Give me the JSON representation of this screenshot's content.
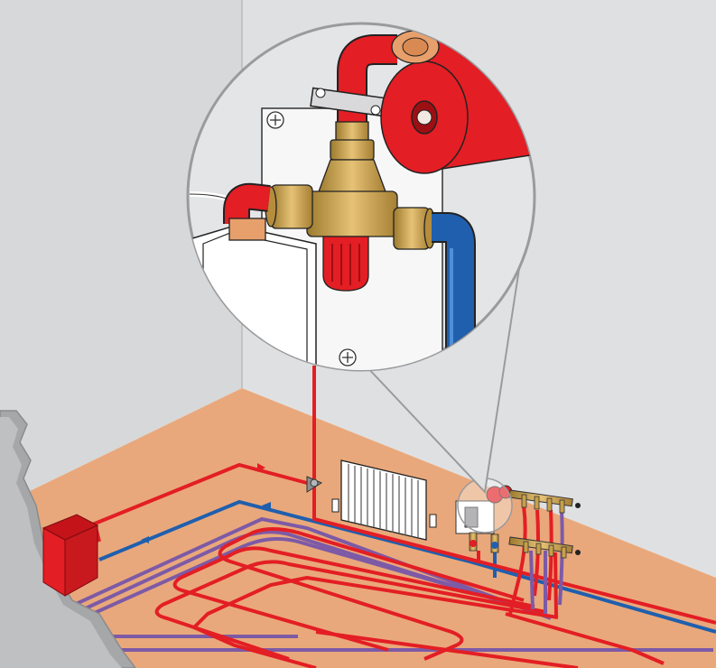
{
  "illustration": {
    "subject": "underfloor-heating-installation",
    "colors": {
      "wall_left": "#d6d7d9",
      "wall_back": "#dcdddf",
      "floor": "#e8a77a",
      "flow_pipe": "#e31e24",
      "return_pipe": "#1f5fae",
      "loop_mixed": "#7d5aa6",
      "brass": "#c8a04a",
      "outline": "#222222",
      "screed_gray": "#a6a7a9"
    },
    "icons": {
      "boiler": "red-box-boiler",
      "radiator": "panel-radiator",
      "manifold": "brass-manifold-with-pump",
      "zoom": "magnifier-callout-circle",
      "mixing_valve": "brass-thermostatic-mixing-valve"
    }
  }
}
